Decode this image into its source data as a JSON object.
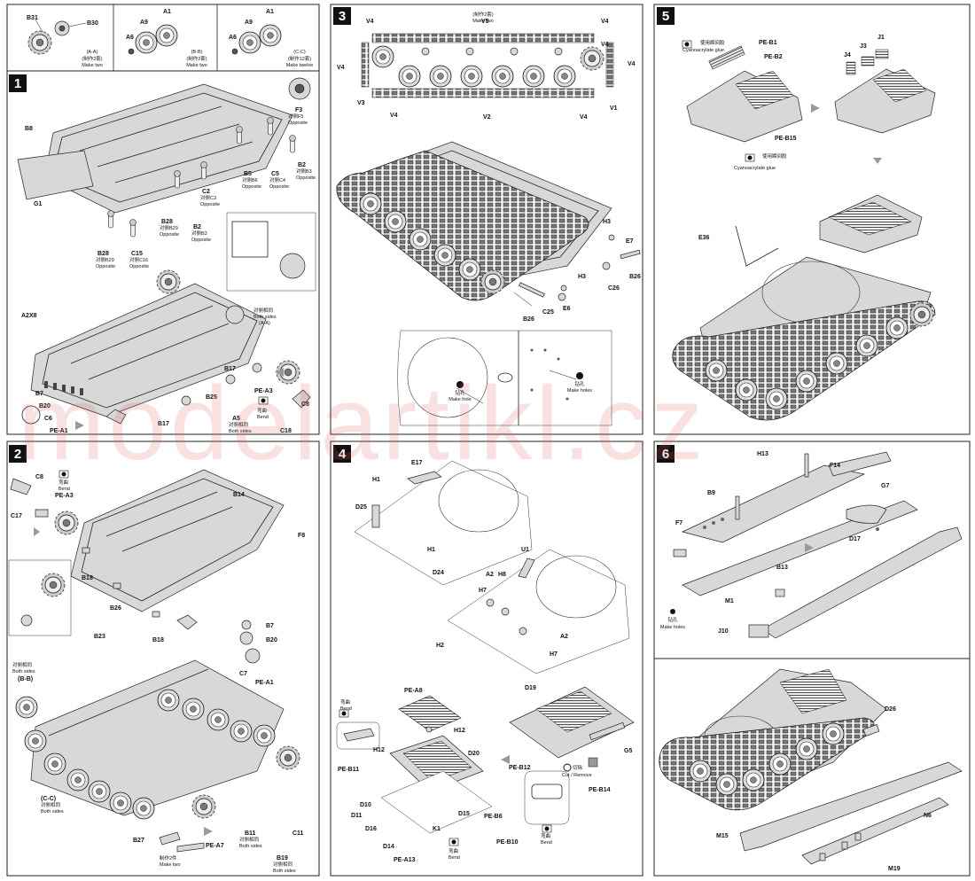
{
  "watermark": "modelartikl.cz",
  "step_numbers": [
    "1",
    "2",
    "3",
    "4",
    "5",
    "6"
  ],
  "header": {
    "aa": {
      "p1": "B31",
      "p2": "B30",
      "title": "(A-A)",
      "cn": "(制作2套)",
      "make": "Make two"
    },
    "bb": {
      "p1": "A1",
      "p2": "A9",
      "p3": "A6",
      "title": "(B-B)",
      "cn": "(制作2套)",
      "make": "Make two"
    },
    "cc": {
      "p1": "A1",
      "p2": "A9",
      "p3": "A6",
      "title": "(C-C)",
      "cn": "(制作12套)",
      "make": "Make twelve"
    }
  },
  "step1": {
    "labels": [
      "B8",
      "G1",
      "F3",
      "对侧F5",
      "Opposite",
      "B5",
      "对侧B6",
      "Opposite",
      "C5",
      "对侧C4",
      "Opposite",
      "B2",
      "对侧B3",
      "Opposite",
      "C2",
      "对侧C3",
      "Opposite",
      "B28",
      "对侧B29",
      "Opposite",
      "B2",
      "对侧B3",
      "Opposite",
      "B28",
      "对侧B29",
      "Opposite",
      "C15",
      "对侧C16",
      "Opposite",
      "A2X8",
      "对侧相同",
      "Both sides",
      "(A-A)",
      "B7",
      "B20",
      "C6",
      "PE-A1",
      "B17",
      "B25",
      "B17",
      "A5",
      "对侧相同",
      "Both sides",
      "PE-A3",
      "弯曲",
      "Bend",
      "C8",
      "C18"
    ]
  },
  "step2": {
    "labels": [
      "C8",
      "弯曲",
      "Bend",
      "PE-A3",
      "C17",
      "B14",
      "F8",
      "B18",
      "B26",
      "B18",
      "B7",
      "B20",
      "C7",
      "PE-A1",
      "B23",
      "对侧相同",
      "Both sides",
      "(B-B)",
      "(C-C)",
      "对侧相同",
      "Both sides",
      "B27",
      "制作2件",
      "Make two",
      "PE-A7",
      "B11",
      "对侧相同",
      "Both sides",
      "C11",
      "B19",
      "对侧相同",
      "Both sides"
    ]
  },
  "step3": {
    "top": {
      "cn": "(制作2套)",
      "make": "Make two"
    },
    "labels": [
      "V4",
      "V4",
      "V5",
      "V4",
      "V4",
      "V4",
      "V3",
      "V4",
      "V2",
      "V4",
      "V1",
      "H3",
      "E7",
      "H3",
      "C26",
      "B26",
      "E6",
      "C25",
      "B26"
    ],
    "hole1": {
      "cn": "钻孔",
      "text": "Make hole"
    },
    "hole2": {
      "cn": "钻孔",
      "text": "Make holes"
    }
  },
  "step4": {
    "labels": [
      "E17",
      "H1",
      "D25",
      "H1",
      "D24",
      "U1",
      "A2",
      "H8",
      "H7",
      "H2",
      "H7",
      "A2",
      "PE-A8",
      "H12",
      "H12",
      "D20",
      "PE-B11",
      "D10",
      "D11",
      "D16",
      "D14",
      "PE-A13",
      "K1",
      "D15",
      "PE-B6",
      "PE-B10",
      "D19",
      "PE-B12",
      "G5",
      "PE-B14"
    ],
    "bend1": {
      "cn": "弯曲",
      "text": "Bend"
    },
    "bend2": {
      "cn": "弯曲",
      "text": "Bend"
    },
    "bend3": {
      "cn": "弯曲",
      "text": "Bend"
    },
    "cut": {
      "cn": "切除",
      "text": "Cut / Remove"
    }
  },
  "step5": {
    "labels": [
      "PE-B1",
      "PE-B2",
      "PE-B15",
      "J4",
      "J3",
      "J1",
      "E36"
    ],
    "glue1": {
      "cn": "使用瞬间胶",
      "text": "Cyanoacrylate glue"
    },
    "glue2": {
      "cn": "使用瞬间胶",
      "text": "Cyanoacrylate glue"
    }
  },
  "step6": {
    "labels": [
      "H13",
      "F14",
      "B9",
      "G7",
      "F7",
      "D17",
      "B13",
      "M1",
      "J10",
      "D26",
      "N6",
      "M15",
      "M19"
    ],
    "holes": {
      "cn": "钻孔",
      "text": "Make holes"
    }
  }
}
